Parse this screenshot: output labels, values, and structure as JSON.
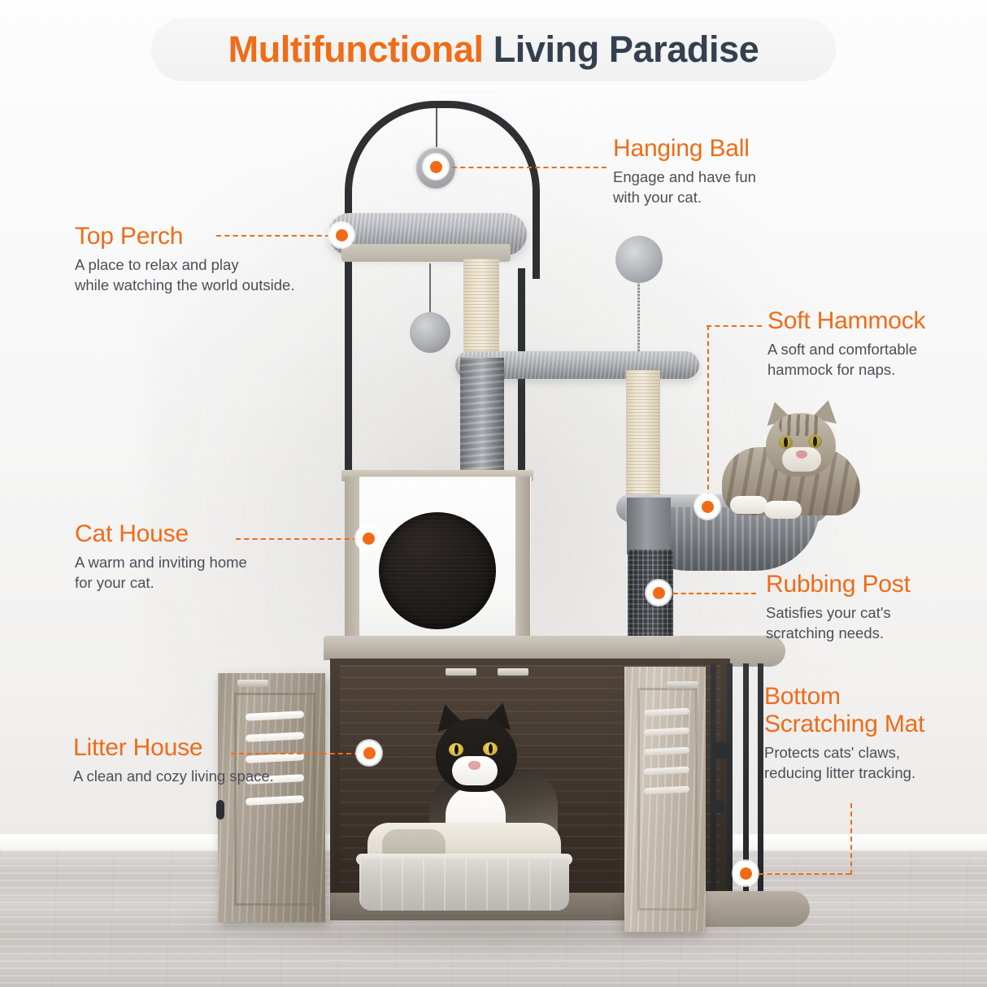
{
  "header": {
    "title_highlight": "Multifunctional",
    "title_rest": " Living Paradise",
    "accent_color": "#ee6c18",
    "title_color": "#33404f"
  },
  "callouts": [
    {
      "id": "hanging-ball",
      "title": "Hanging Ball",
      "desc": "Engage and have fun\nwith your cat.",
      "side": "right"
    },
    {
      "id": "top-perch",
      "title": "Top Perch",
      "desc": "A place to relax and play\nwhile watching the world outside.",
      "side": "left"
    },
    {
      "id": "soft-hammock",
      "title": "Soft Hammock",
      "desc": "A soft and comfortable\nhammock for naps.",
      "side": "right"
    },
    {
      "id": "cat-house",
      "title": "Cat House",
      "desc": "A warm and inviting home\nfor your cat.",
      "side": "left"
    },
    {
      "id": "rubbing-post",
      "title": "Rubbing Post",
      "desc": "Satisfies your cat's\nscratching needs.",
      "side": "right"
    },
    {
      "id": "litter-house",
      "title": "Litter House",
      "desc": "A clean and cozy living space.",
      "side": "left"
    },
    {
      "id": "bottom-scratching-mat",
      "title": "Bottom\nScratching Mat",
      "desc": "Protects cats' claws,\nreducing litter tracking.",
      "side": "right"
    }
  ],
  "product": {
    "name": "cat-tree-litter-box-enclosure",
    "parts": [
      "metal-arch-frame",
      "hanging-pom-ball",
      "top-perch-platform",
      "sisal-scratching-post",
      "mid-platform",
      "plush-column",
      "spring-pom-wand",
      "plush-hammock",
      "cat-house-cube",
      "rubbing-post",
      "litter-cabinet",
      "louvered-doors",
      "litter-box",
      "bottom-scratching-mat"
    ],
    "cats": [
      "tabby-cat-in-hammock",
      "tuxedo-cat-in-litter-box"
    ]
  }
}
